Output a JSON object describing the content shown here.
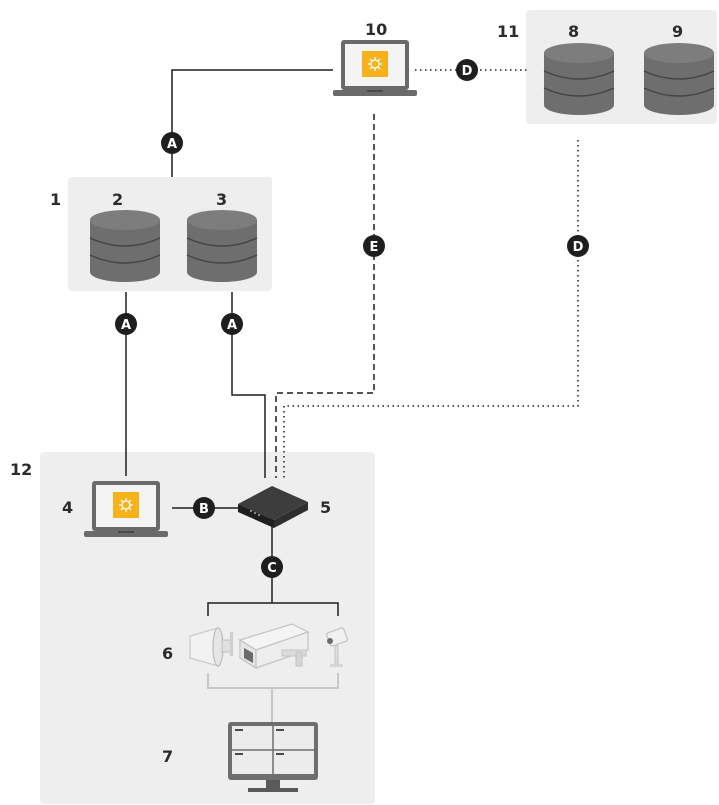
{
  "numbers": {
    "n1": "1",
    "n2": "2",
    "n3": "3",
    "n4": "4",
    "n5": "5",
    "n6": "6",
    "n7": "7",
    "n8": "8",
    "n9": "9",
    "n10": "10",
    "n11": "11",
    "n12": "12"
  },
  "badges": {
    "a_top": "A",
    "a_left": "A",
    "a_right": "A",
    "b": "B",
    "c": "C",
    "d_top": "D",
    "d_right": "D",
    "e": "E"
  },
  "colors": {
    "panel": "#eeeeee",
    "line": "#1e1e1e",
    "badge": "#1e1e1e",
    "database": "#6e6e6e",
    "app_icon": "#f5b21b",
    "laptop": "#6a6a6a",
    "device_light": "#e3e3e3",
    "bracket_gray": "#c8c8c8"
  },
  "icons": {
    "app": "app-network-icon",
    "database": "database-icon",
    "laptop": "laptop-icon",
    "recorder": "network-recorder-icon",
    "speaker": "horn-speaker-icon",
    "camera_box": "box-camera-icon",
    "camera_bullet": "bullet-camera-icon",
    "monitor": "monitor-icon"
  }
}
